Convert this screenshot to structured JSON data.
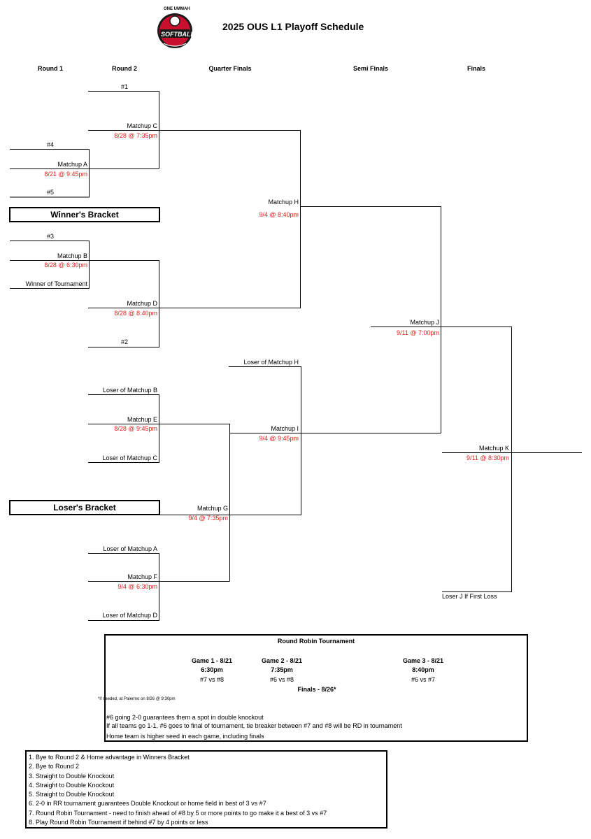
{
  "logo": {
    "top_text": "ONE UMMAH",
    "main_text": "SOFTBALL"
  },
  "title": "2025 OUS L1 Playoff Schedule",
  "rounds": {
    "r1": "Round 1",
    "r2": "Round 2",
    "qf": "Quarter Finals",
    "sf": "Semi Finals",
    "f": "Finals"
  },
  "brackets": {
    "winners": "Winner's Bracket",
    "losers": "Loser's Bracket"
  },
  "slots": {
    "s1": "#1",
    "s4": "#4",
    "s5": "#5",
    "s3": "#3",
    "wot": "Winner of Tournament",
    "s2": "#2",
    "loh": "Loser of Matchup H",
    "lob": "Loser of Matchup B",
    "loc": "Loser of Matchup C",
    "loa": "Loser of Matchup A",
    "lod": "Loser of Matchup D",
    "ljf": "Loser J If First Loss"
  },
  "matchups": {
    "a": {
      "name": "Matchup A",
      "time": "8/21 @ 9:45pm"
    },
    "b": {
      "name": "Matchup B",
      "time": "8/28 @ 6:30pm"
    },
    "c": {
      "name": "Matchup C",
      "time": "8/28 @ 7:35pm"
    },
    "d": {
      "name": "Matchup D",
      "time": "8/28 @ 8:40pm"
    },
    "e": {
      "name": "Matchup E",
      "time": "8/28 @ 9:45pm"
    },
    "f": {
      "name": "Matchup F",
      "time": "9/4 @ 6:30pm"
    },
    "g": {
      "name": "Matchup G",
      "time": "9/4 @ 7:35pm"
    },
    "h": {
      "name": "Matchup H",
      "time": "9/4 @ 8:40pm"
    },
    "i": {
      "name": "Matchup I",
      "time": "9/4 @ 9:45pm"
    },
    "j": {
      "name": "Matchup J",
      "time": "9/11 @ 7:00pm"
    },
    "k": {
      "name": "Matchup K",
      "time": "9/11 @ 8:30pm"
    }
  },
  "round_robin": {
    "title": "Round Robin Tournament",
    "games": [
      {
        "label": "Game 1 - 8/21",
        "time": "6:30pm",
        "teams": "#7 vs #8"
      },
      {
        "label": "Game 2 - 8/21",
        "time": "7:35pm",
        "teams": "#6 vs #8"
      },
      {
        "label": "Game 3 - 8/21",
        "time": "8:40pm",
        "teams": "#6 vs #7"
      }
    ],
    "finals": "Finals - 8/26*",
    "footnote": "*if needed, at Palermo on 8/26 @ 9:30pm",
    "notes": [
      "#6 going 2-0 guarantees them a spot in double knockout",
      "If all teams go 1-1, #6 goes to final of tournament, tie breaker between #7 and #8 will be RD in tournament",
      "Home team is higher seed in each game, including finals"
    ]
  },
  "seed_notes": [
    "1. Bye to Round 2 & Home advantage in Winners Bracket",
    "2. Bye to Round 2",
    "3. Straight to Double Knockout",
    "4. Straight to Double Knockout",
    "5. Straight to Double Knockout",
    "6. 2-0 in RR tournament guarantees Double Knockout or home field in best of 3 vs #7",
    "7. Round Robin Tournament - need to finish ahead of #8 by 5 or more points to go make it a best of 3 vs #7",
    "8. Play Round Robin Tournament if behind #7 by 4 points or less"
  ]
}
